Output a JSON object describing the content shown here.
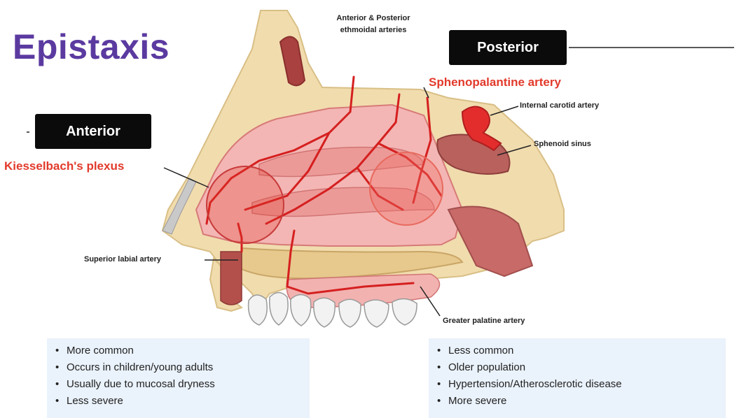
{
  "title": "Epistaxis",
  "anterior": {
    "label": "Anterior",
    "site": "Kiesselbach's plexus",
    "bullets": [
      "More common",
      "Occurs in children/young adults",
      "Usually due to mucosal dryness",
      "Less severe"
    ]
  },
  "posterior": {
    "label": "Posterior",
    "site": "Sphenopalantine artery",
    "bullets": [
      "Less common",
      "Older population",
      "Hypertension/Atherosclerotic disease",
      "More severe"
    ]
  },
  "anatomy_labels": {
    "ethmoidal": "Anterior & Posterior ethmoidal arteries",
    "internal_carotid": "Internal carotid artery",
    "sphenoid_sinus": "Sphenoid sinus",
    "superior_labial": "Superior labial artery",
    "greater_palatine": "Greater palatine artery"
  },
  "colors": {
    "title": "#5b3aa0",
    "highlight_red": "#e23a2b",
    "label_bg": "#0b0b0b",
    "box_bg": "#eaf2fb"
  }
}
